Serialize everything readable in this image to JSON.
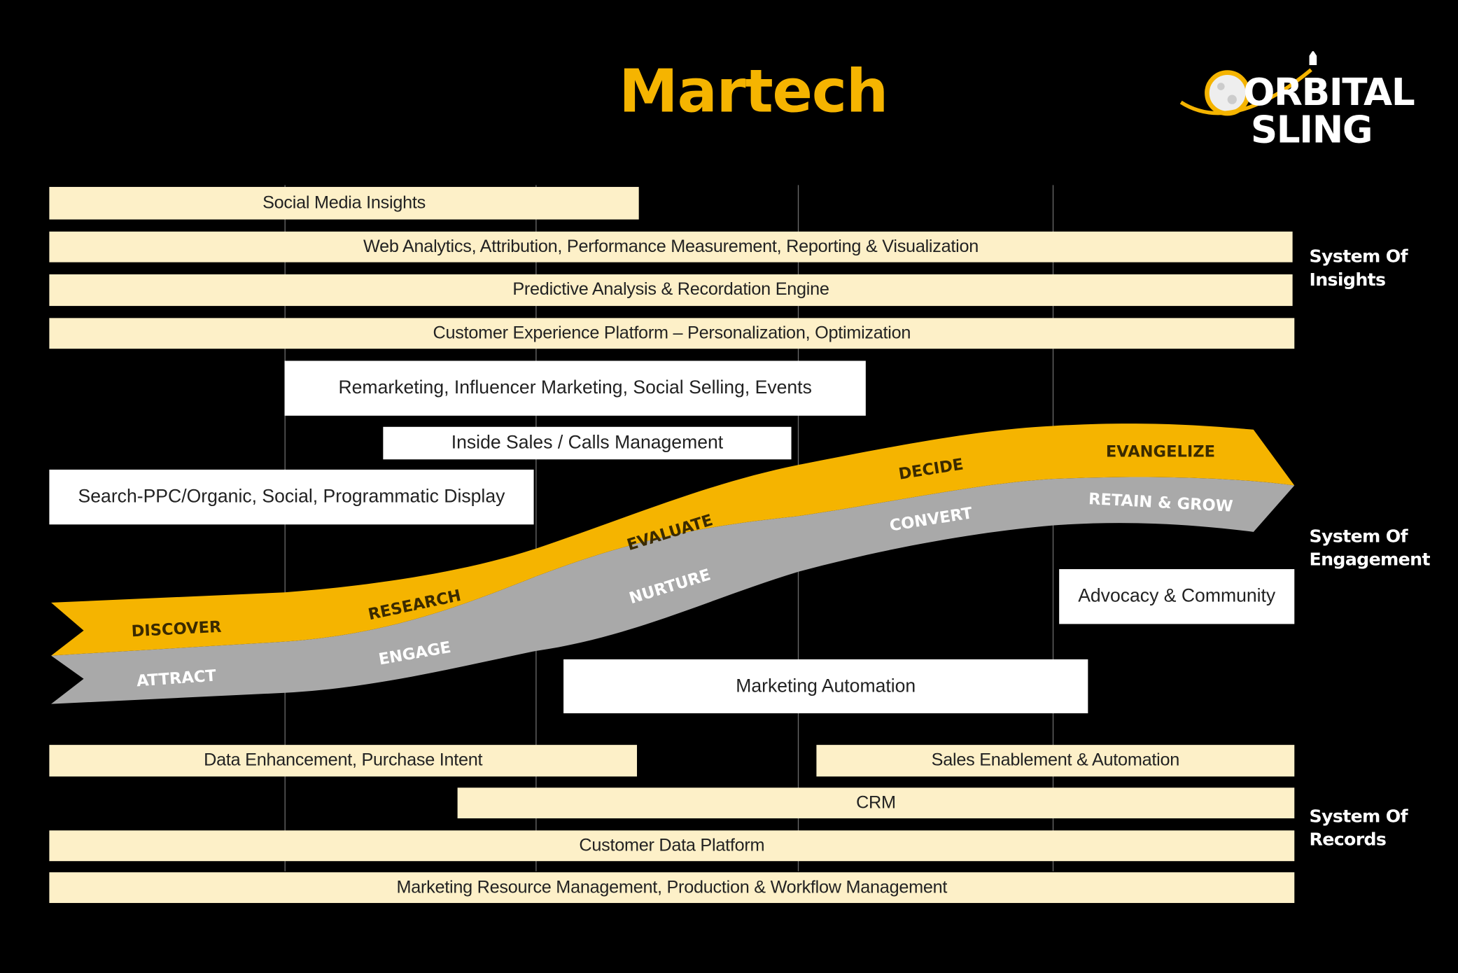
{
  "title": "Martech",
  "logo": {
    "line1": "ORBITAL",
    "line2": "SLING"
  },
  "side_labels": {
    "insights": [
      "System Of",
      "Insights"
    ],
    "engagement": [
      "System Of",
      "Engagement"
    ],
    "records": [
      "System Of",
      "Records"
    ]
  },
  "insight_bars": [
    "Social Media Insights",
    "Web Analytics, Attribution, Performance Measurement, Reporting & Visualization",
    "Predictive Analysis & Recordation Engine",
    "Customer Experience Platform – Personalization, Optimization"
  ],
  "engagement_boxes": {
    "remarketing": "Remarketing, Influencer Marketing, Social Selling, Events",
    "inside_sales": "Inside Sales / Calls Management",
    "search": "Search-PPC/Organic, Social, Programmatic Display",
    "advocacy": "Advocacy & Community",
    "automation": "Marketing Automation"
  },
  "buyer_stages": [
    "DISCOVER",
    "RESEARCH",
    "EVALUATE",
    "DECIDE",
    "EVANGELIZE"
  ],
  "marketer_stages": [
    "ATTRACT",
    "ENGAGE",
    "NURTURE",
    "CONVERT",
    "RETAIN & GROW"
  ],
  "record_bars": {
    "data_enhancement": "Data Enhancement, Purchase Intent",
    "sales_enablement": "Sales Enablement & Automation",
    "crm": "CRM",
    "cdp": "Customer Data Platform",
    "mrm": "Marketing Resource Management, Production & Workflow Management"
  },
  "colors": {
    "accent": "#f5b400",
    "bar": "#fdf0c8",
    "gray_band": "#a9a9a9"
  }
}
